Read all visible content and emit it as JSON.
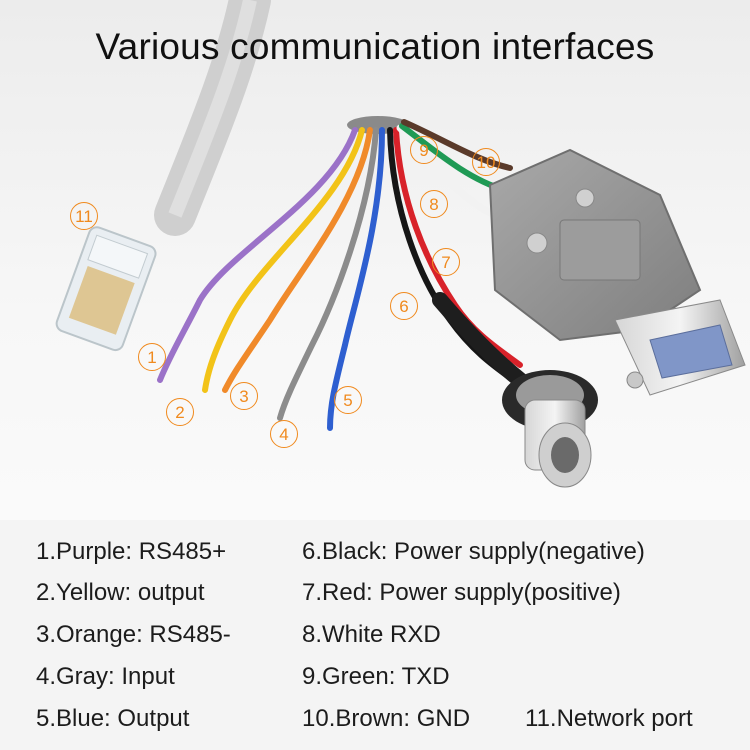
{
  "title": "Various communication interfaces",
  "callouts": [
    "1",
    "2",
    "3",
    "4",
    "5",
    "6",
    "7",
    "8",
    "9",
    "10",
    "11"
  ],
  "legend": {
    "col1": [
      "1.Purple: RS485+",
      "2.Yellow: output",
      "3.Orange: RS485-",
      "4.Gray: Input",
      "5.Blue: Output"
    ],
    "col2": [
      "6.Black: Power supply(negative)",
      "7.Red: Power supply(positive)",
      "8.White RXD",
      "9.Green: TXD",
      "10.Brown: GND"
    ],
    "col3": [
      "11.Network port"
    ]
  },
  "colors": {
    "purple": "#9b72c8",
    "yellow": "#f2c318",
    "orange": "#f08a2a",
    "gray": "#8c8c8c",
    "blue": "#2e5fd0",
    "black": "#161616",
    "red": "#d8222a",
    "white": "#f2f2f2",
    "green": "#1f9a55",
    "brown": "#5a3a2a",
    "callout": "#f08a1e"
  }
}
